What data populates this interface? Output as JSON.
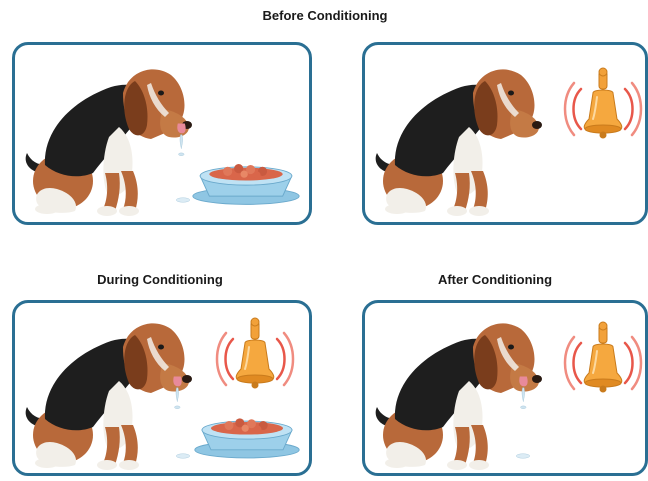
{
  "headings": {
    "before": "Before Conditioning",
    "during": "During Conditioning",
    "after": "After Conditioning"
  },
  "panels": [
    {
      "dog": true,
      "drool": true,
      "food_bowl": true,
      "bell": false
    },
    {
      "dog": true,
      "drool": false,
      "food_bowl": false,
      "bell": true
    },
    {
      "dog": true,
      "drool": true,
      "food_bowl": true,
      "bell": true
    },
    {
      "dog": true,
      "drool": true,
      "food_bowl": false,
      "bell": true
    }
  ],
  "colors": {
    "panel_border": "#2a6f93",
    "dog_tan": "#b8693a",
    "dog_black": "#1e1e1e",
    "dog_white": "#f2efe9",
    "bowl_blue": "#9dd0ea",
    "food": "#d9664a",
    "bell": "#f2a13a",
    "sound_waves": "#e8574a"
  },
  "icons": [
    "dog-icon",
    "food-bowl-icon",
    "bell-icon",
    "sound-wave-icon",
    "drool-icon"
  ]
}
